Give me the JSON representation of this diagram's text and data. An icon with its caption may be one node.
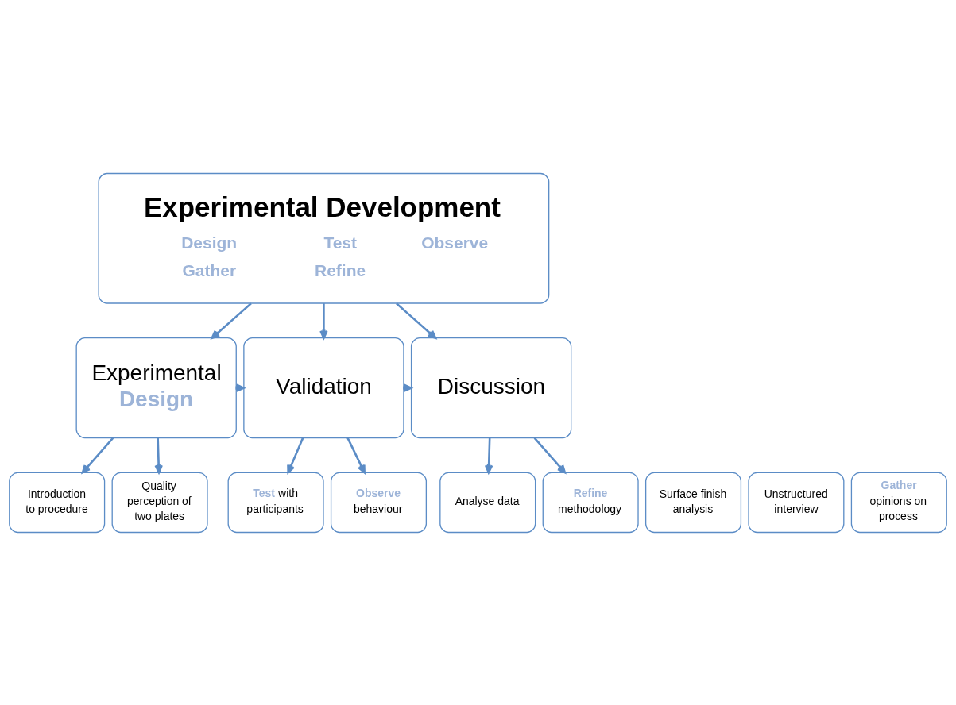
{
  "diagram": {
    "nodes": [
      {
        "text": [
          "Experimental Development",
          "Design",
          "Test",
          "Observe",
          "Gather",
          "Refine"
        ]
      },
      {
        "text": [
          "Experimental",
          "Design"
        ]
      },
      {
        "text": [
          "Validation"
        ]
      },
      {
        "text": [
          "Discussion"
        ]
      },
      {
        "text": [
          "Introduction to procedure"
        ]
      },
      {
        "text": [
          "Quality perception of two plates"
        ]
      },
      {
        "text": [
          "Surface finish analysis"
        ]
      },
      {
        "text": [
          "Unstructured interview"
        ]
      },
      {
        "text": [
          "**Test** with participants"
        ]
      },
      {
        "text": [
          "**Observe** behaviour"
        ]
      },
      {
        "text": [
          "**Gather** opinions on process"
        ]
      },
      {
        "text": [
          "Analyse data"
        ]
      },
      {
        "text": [
          "**Refine** methodology"
        ]
      }
    ],
    "edges": [
      {
        "from": 0,
        "to": 1,
        "arrow": "to"
      },
      {
        "from": 0,
        "to": 2,
        "arrow": "to"
      },
      {
        "from": 0,
        "to": 3,
        "arrow": "to"
      },
      {
        "from": 1,
        "to": 2,
        "arrow": "to"
      },
      {
        "from": 2,
        "to": 3,
        "arrow": "to"
      },
      {
        "from": 1,
        "to": 4,
        "arrow": "to"
      },
      {
        "from": 1,
        "to": 5,
        "arrow": "to"
      },
      {
        "from": 2,
        "to": 8,
        "arrow": "to"
      },
      {
        "from": 2,
        "to": 9,
        "arrow": "to"
      },
      {
        "from": 3,
        "to": 11,
        "arrow": "to"
      },
      {
        "from": 3,
        "to": 12,
        "arrow": "to"
      }
    ]
  }
}
